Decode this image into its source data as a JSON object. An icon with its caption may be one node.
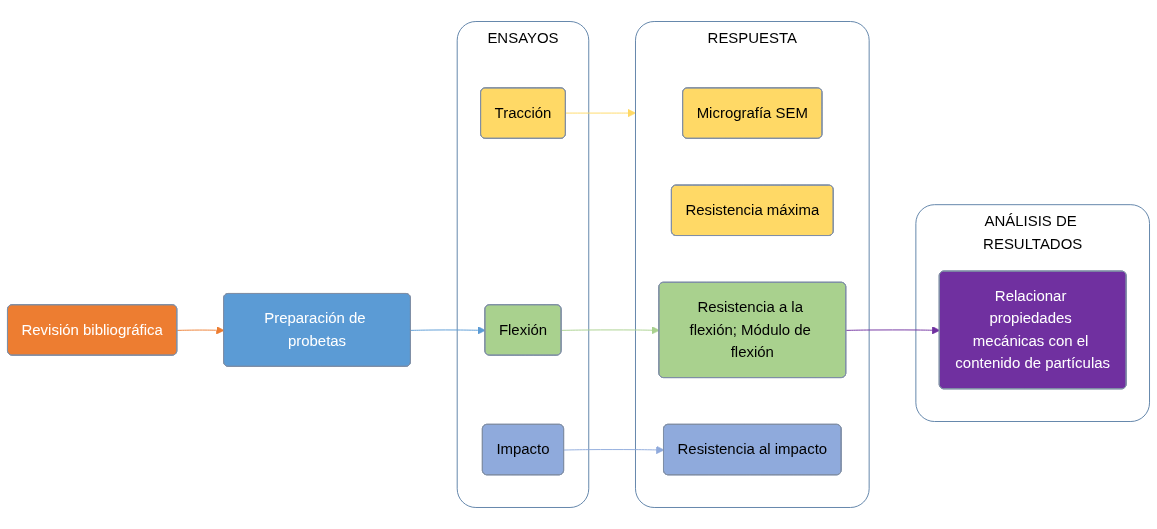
{
  "diagram": {
    "nodes": [
      {
        "text": [
          "Revisión bibliográfica"
        ]
      },
      {
        "text": [
          "Preparación de probetas"
        ]
      },
      {
        "text": [
          "ENSAYOS"
        ]
      },
      {
        "text": [
          "Tracción"
        ],
        "in": 2
      },
      {
        "text": [
          "Flexión"
        ],
        "in": 2
      },
      {
        "text": [
          "Impacto"
        ],
        "in": 2
      },
      {
        "text": [
          "RESPUESTA"
        ]
      },
      {
        "text": [
          "Micrografía SEM"
        ],
        "in": 6
      },
      {
        "text": [
          "Resistencia máxima"
        ],
        "in": 6
      },
      {
        "text": [
          "Resistencia a la flexión; Módulo de flexión"
        ],
        "in": 6
      },
      {
        "text": [
          "Resistencia al impacto"
        ],
        "in": 6
      },
      {
        "text": [
          "ANÁLISIS DE RESULTADOS"
        ]
      },
      {
        "text": [
          "Relacionar propiedades mecánicas con el contenido de partículas"
        ],
        "in": 11
      }
    ],
    "edges": [
      {
        "from": 0,
        "to": 1,
        "arrow": "to",
        "color": "#ed7d31"
      },
      {
        "from": 1,
        "to": 4,
        "arrow": "to",
        "color": "#5b9bd5"
      },
      {
        "from": 3,
        "to": 6,
        "arrow": "to",
        "color": "#ffd966"
      },
      {
        "from": 4,
        "to": 9,
        "arrow": "to",
        "color": "#a9d18e"
      },
      {
        "from": 5,
        "to": 10,
        "arrow": "to",
        "color": "#8faadc"
      },
      {
        "from": 9,
        "to": 12,
        "arrow": "to",
        "color": "#7030a0"
      }
    ]
  }
}
